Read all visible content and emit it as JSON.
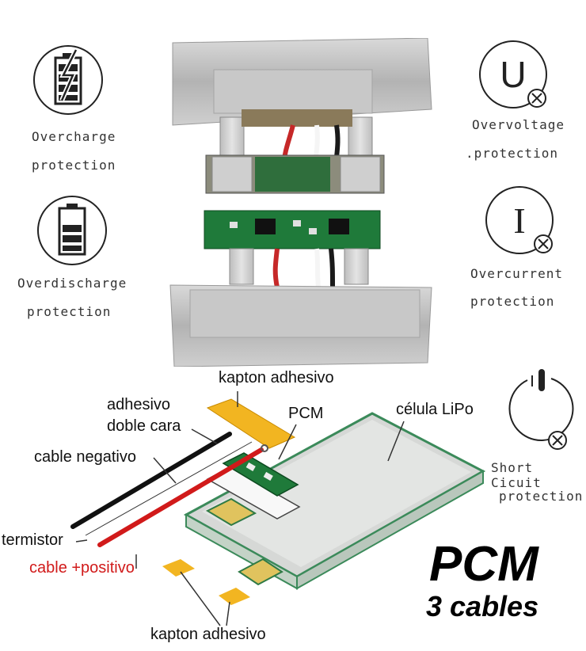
{
  "features": [
    {
      "line1": "Overcharge",
      "line2": "protection",
      "icon": "battery-charging-icon"
    },
    {
      "line1": "Overdischarge",
      "line2": "protection",
      "icon": "battery-low-icon"
    },
    {
      "line1": "Overvoltage",
      "line2": ".protection",
      "icon": "voltage-off-icon"
    },
    {
      "line1": "Overcurrent",
      "line2": "protection",
      "icon": "current-off-icon"
    },
    {
      "line1": "Short Cicuit",
      "line2": "protection",
      "icon": "power-off-icon"
    }
  ],
  "diagram": {
    "kapton_top": "kapton adhesivo",
    "adhesive_line1": "adhesivo",
    "adhesive_line2": "doble cara",
    "pcm": "PCM",
    "cell": "célula LiPo",
    "negative_cable": "cable negativo",
    "thermistor": "termistor",
    "positive_cable": "cable +positivo",
    "kapton_bottom": "kapton adhesivo",
    "colors": {
      "red": "#d11a1a",
      "pcb_green": "#1f7a3a",
      "kapton": "#f2b521"
    }
  },
  "brand": {
    "title": "PCM",
    "subtitle": "3 cables"
  }
}
